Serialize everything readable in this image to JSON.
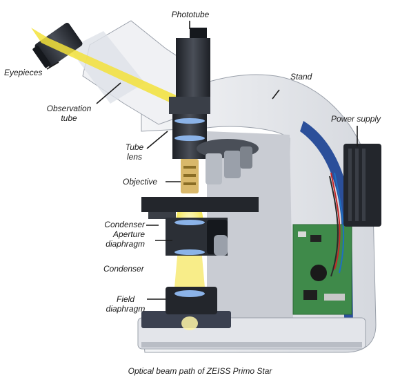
{
  "labels": {
    "phototube": "Phototube",
    "eyepieces": "Eyepieces",
    "stand": "Stand",
    "observation_tube_1": "Observation",
    "observation_tube_2": "tube",
    "power_supply": "Power supply",
    "tube_lens_1": "Tube",
    "tube_lens_2": "lens",
    "objective": "Objective",
    "condenser_aperture_1": "Condenser",
    "condenser_aperture_2": "Aperture",
    "condenser_aperture_3": "diaphragm",
    "condenser": "Condenser",
    "field_diaphragm_1": "Field",
    "field_diaphragm_2": "diaphragm"
  },
  "caption": "Optical beam path of ZEISS Primo Star",
  "colors": {
    "beam": "#f3e23a",
    "stand_body": "#e9ebef",
    "dark_parts": "#2b2f36",
    "accent_blue": "#2b4f9a",
    "circuit_green": "#3f8a4a"
  }
}
